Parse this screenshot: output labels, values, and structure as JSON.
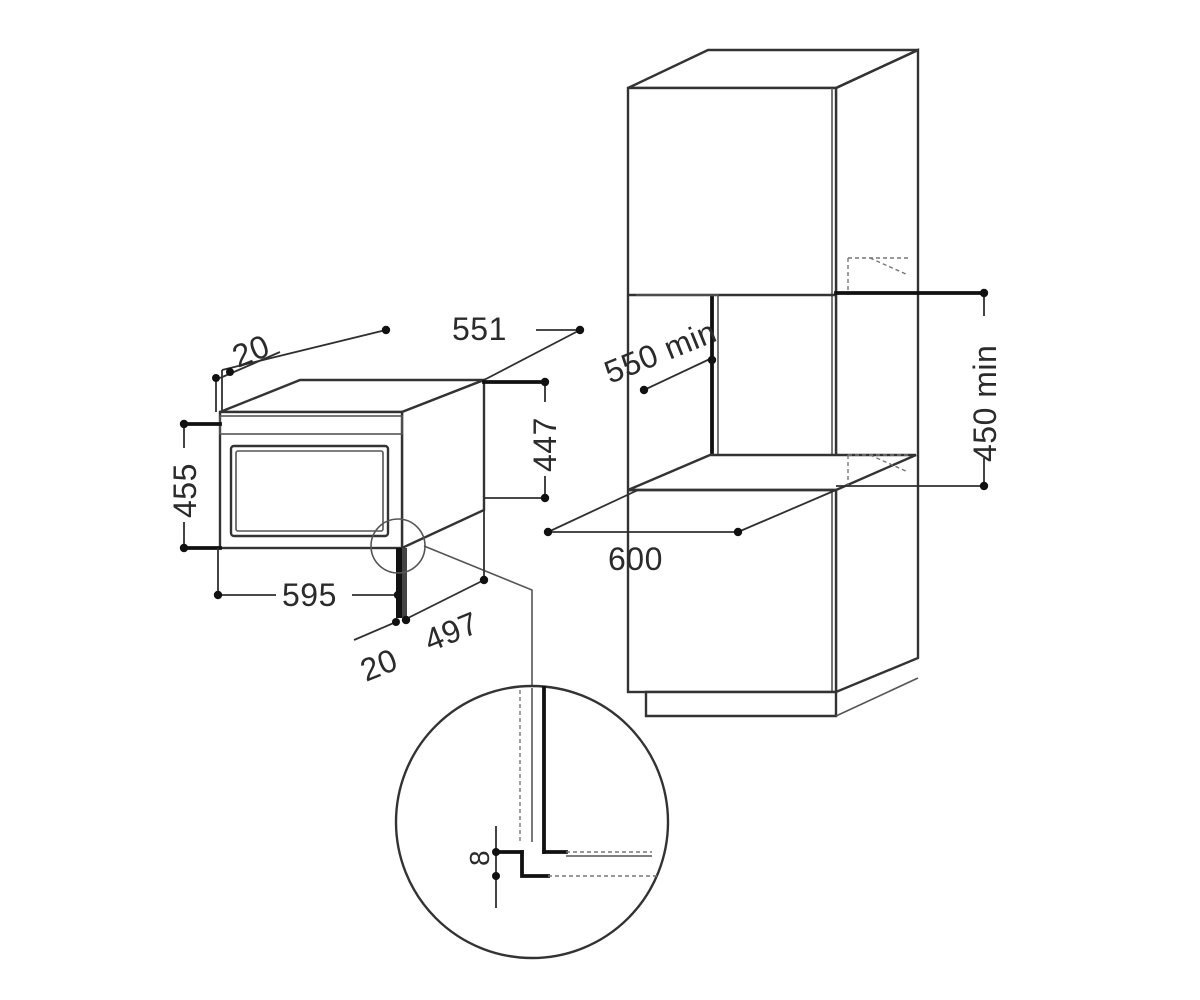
{
  "dimensions": {
    "appliance_depth": "551",
    "front_panel_offset_top": "20",
    "appliance_height": "455",
    "cavity_height": "447",
    "appliance_width": "595",
    "front_panel_offset_bottom": "20",
    "body_depth": "497",
    "niche_depth": "550 min",
    "niche_width": "600",
    "niche_height": "450 min",
    "detail_gap": "8"
  },
  "colors": {
    "line": "#333333",
    "dimension_marker": "#111111",
    "window_fill": "#e6e6e6",
    "cabinet_side": "#f4f4f4",
    "panel_bar": "#ebebeb"
  }
}
